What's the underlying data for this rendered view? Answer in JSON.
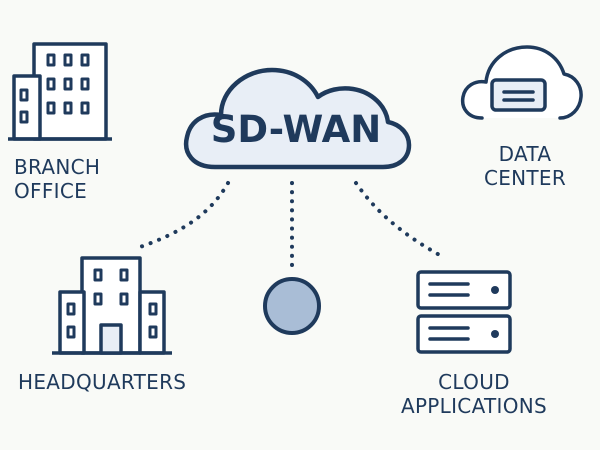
{
  "center": {
    "label": "SD-WAN",
    "icon": "cloud-icon"
  },
  "nodes": {
    "branch_office": {
      "lines": [
        "BRANCH",
        "OFFICE"
      ],
      "icon": "office-building-icon"
    },
    "data_center": {
      "lines": [
        "DATA",
        "CENTER"
      ],
      "icon": "cloud-server-icon"
    },
    "headquarters": {
      "lines": [
        "HEADQUARTERS"
      ],
      "icon": "headquarters-building-icon"
    },
    "cloud_applications": {
      "lines": [
        "CLOUD",
        "APPLICATIONS"
      ],
      "icon": "server-stack-icon"
    },
    "center_node": {
      "icon": "endpoint-circle-icon"
    }
  },
  "connections": [
    {
      "from": "SD-WAN",
      "to": "HEADQUARTERS",
      "style": "dotted"
    },
    {
      "from": "SD-WAN",
      "to": "center node",
      "style": "dotted"
    },
    {
      "from": "SD-WAN",
      "to": "CLOUD APPLICATIONS",
      "style": "dotted"
    }
  ],
  "colors": {
    "stroke": "#1f3a5c",
    "fill_light": "#e8eef6",
    "fill_circle": "#a9bdd6",
    "background": "#f9faf7"
  }
}
